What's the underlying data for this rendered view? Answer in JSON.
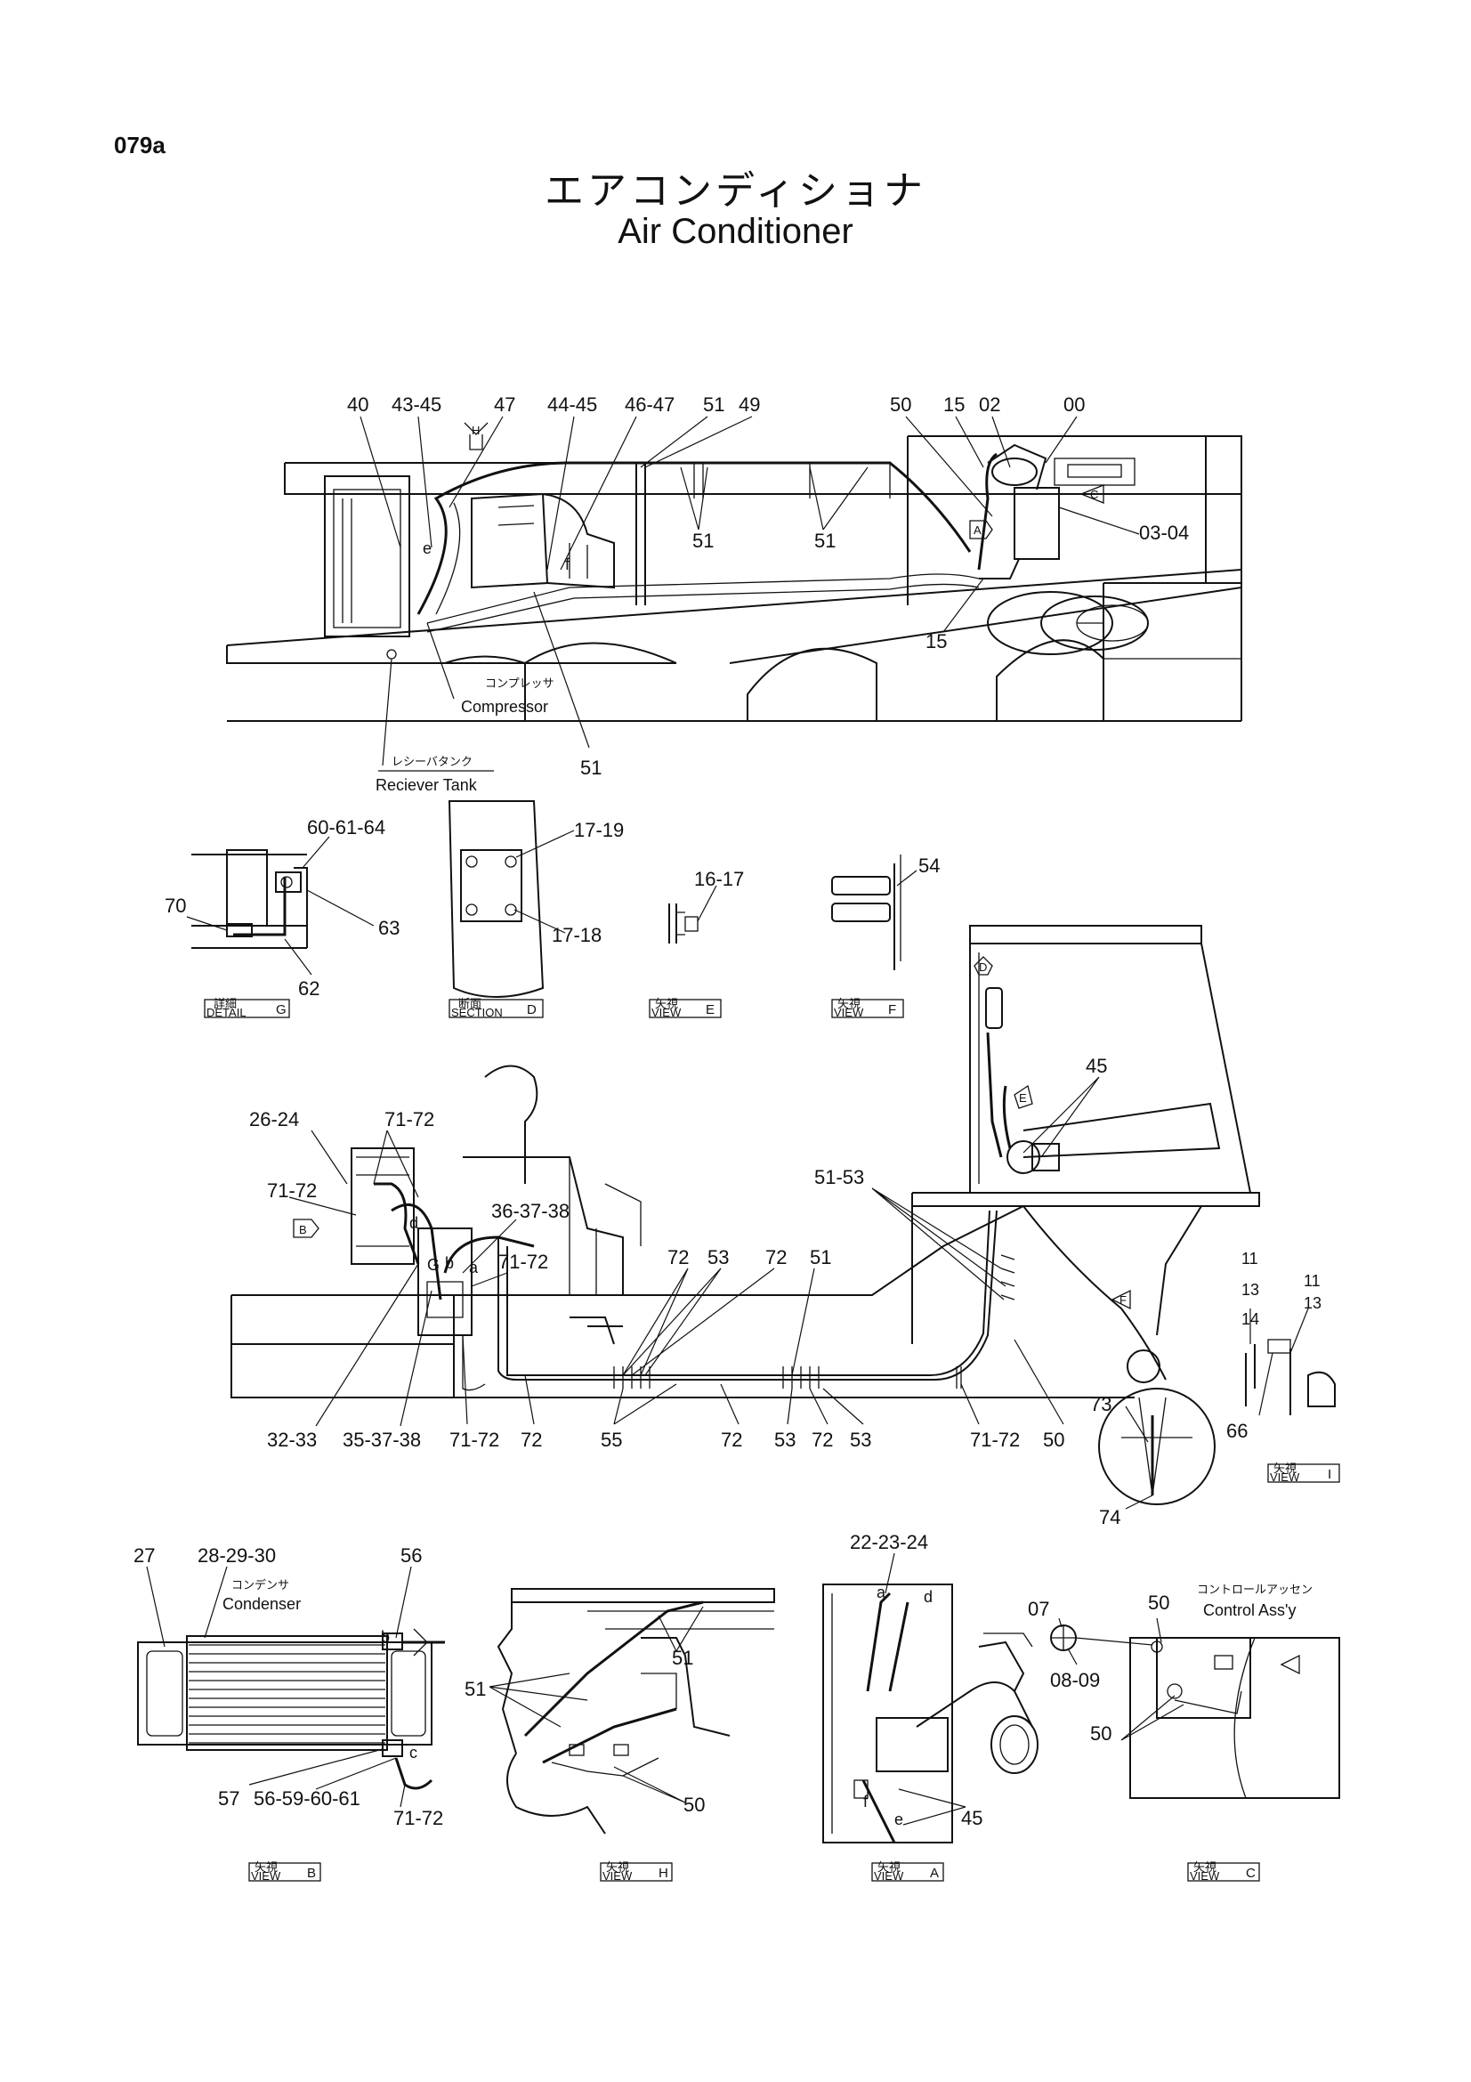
{
  "header": {
    "page_code": "079a",
    "title_jp": "エアコンディショナ",
    "title_en": "Air Conditioner"
  },
  "main_view": {
    "callouts": [
      "40",
      "43-45",
      "47",
      "44-45",
      "46-47",
      "51",
      "49",
      "50",
      "15",
      "02",
      "00",
      "03-04",
      "51",
      "51",
      "15",
      "51"
    ],
    "compressor_jp": "コンプレッサ",
    "compressor_en": "Compressor",
    "receiver_jp": "レシーバタンク",
    "receiver_en": "Reciever Tank",
    "view_markers": [
      "H",
      "A",
      "C"
    ]
  },
  "detail_g": {
    "callouts": [
      "60-61-64",
      "70",
      "63",
      "62"
    ],
    "caption_jp": "詳細",
    "caption_en": "DETAIL",
    "caption_letter": "G"
  },
  "section_d": {
    "callouts": [
      "17-19",
      "17-18"
    ],
    "caption_jp": "断面",
    "caption_en": "SECTION",
    "caption_letter": "D"
  },
  "view_e": {
    "callouts": [
      "16-17"
    ],
    "caption_jp": "矢視",
    "caption_en": "VIEW",
    "caption_letter": "E"
  },
  "view_f": {
    "callouts": [
      "54"
    ],
    "caption_jp": "矢視",
    "caption_en": "VIEW",
    "caption_letter": "F"
  },
  "piping_view": {
    "callouts": [
      "26-24",
      "71-72",
      "71-72",
      "36-37-38",
      "71-72",
      "72",
      "53",
      "72",
      "51",
      "51-53",
      "45",
      "32-33",
      "35-37-38",
      "71-72",
      "72",
      "55",
      "72",
      "53",
      "72",
      "53",
      "71-72",
      "50",
      "73",
      "74"
    ],
    "point_letters": [
      "d",
      "b",
      "a",
      "G"
    ],
    "view_markers": [
      "B",
      "D",
      "E",
      "F"
    ]
  },
  "view_i": {
    "callouts": [
      "11",
      "13",
      "14",
      "11",
      "13",
      "66"
    ],
    "caption_jp": "矢視",
    "caption_en": "VIEW",
    "caption_letter": "I"
  },
  "view_b": {
    "callouts": [
      "27",
      "28-29-30",
      "56",
      "57",
      "56-59-60-61",
      "71-72"
    ],
    "condenser_jp": "コンデンサ",
    "condenser_en": "Condenser",
    "point_letters": [
      "b",
      "c"
    ],
    "caption_jp": "矢視",
    "caption_en": "VIEW",
    "caption_letter": "B"
  },
  "view_h": {
    "callouts": [
      "51",
      "51",
      "50"
    ],
    "caption_jp": "矢視",
    "caption_en": "VIEW",
    "caption_letter": "H"
  },
  "view_a": {
    "callouts": [
      "22-23-24",
      "45"
    ],
    "point_letters": [
      "a",
      "d",
      "f",
      "e"
    ],
    "caption_jp": "矢視",
    "caption_en": "VIEW",
    "caption_letter": "A"
  },
  "view_c": {
    "callouts": [
      "07",
      "08-09",
      "50",
      "50"
    ],
    "control_jp": "コントロールアッセン",
    "control_en": "Control Ass'y",
    "caption_jp": "矢視",
    "caption_en": "VIEW",
    "caption_letter": "C"
  }
}
